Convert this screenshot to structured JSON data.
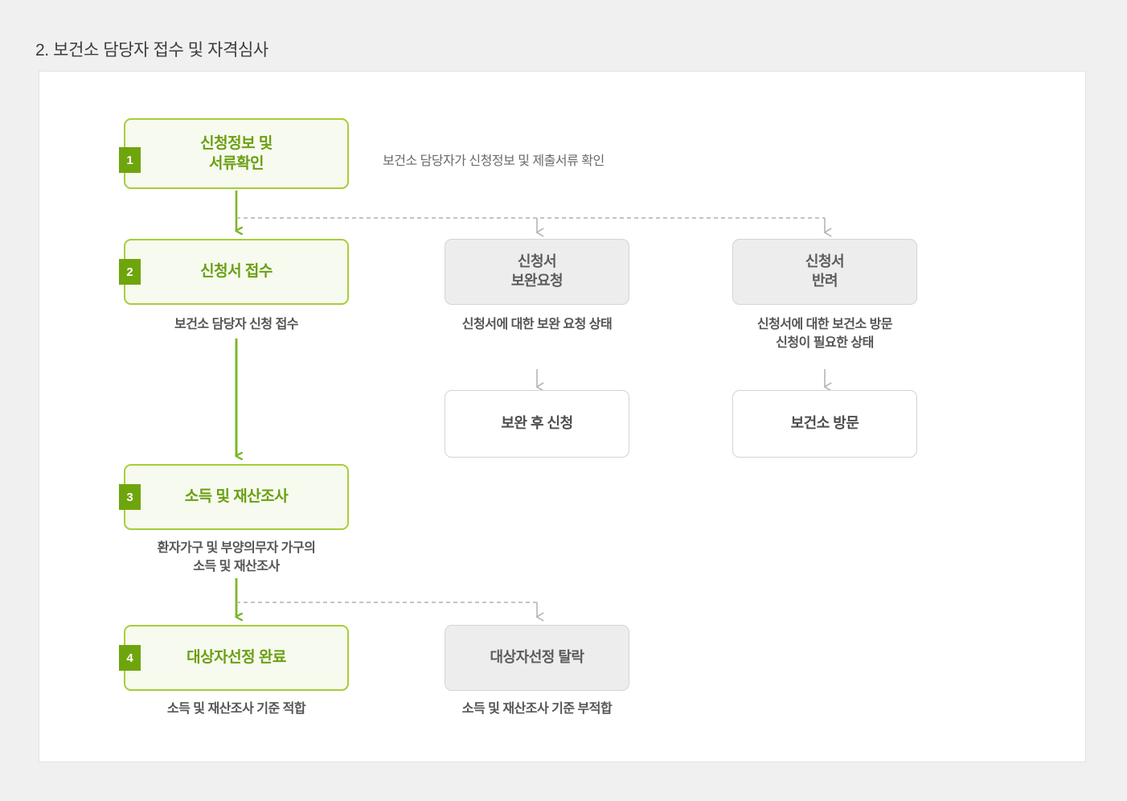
{
  "header": {
    "title": "2. 보건소 담당자 접수 및 자격심사"
  },
  "flow": {
    "steps": [
      {
        "number": "1",
        "title": "신청정보 및\n서류확인",
        "note": "보건소 담당자가 신청정보 및 제출서류 확인"
      },
      {
        "number": "2",
        "title": "신청서 접수",
        "caption": "보건소 담당자 신청 접수"
      },
      {
        "number": "3",
        "title": "소득 및 재산조사",
        "caption": "환자가구 및 부양의무자 가구의\n소득 및 재산조사"
      },
      {
        "number": "4",
        "title": "대상자선정 완료",
        "caption": "소득 및 재산조사 기준 적합"
      }
    ],
    "branches": [
      {
        "title": "신청서\n보완요청",
        "caption": "신청서에 대한 보완 요청 상태",
        "next_title": "보완 후 신청"
      },
      {
        "title": "신청서\n반려",
        "caption": "신청서에 대한 보건소 방문\n신청이 필요한 상태",
        "next_title": "보건소 방문"
      },
      {
        "title": "대상자선정 탈락",
        "caption": "소득 및 재산조사 기준 부적합"
      }
    ]
  },
  "colors": {
    "accent_green": "#6fa50c",
    "border_green": "#a6ce39",
    "fill_green": "#f7faee",
    "arrow_green": "#7ab829",
    "gray_fill": "#ededed",
    "gray_border": "#d4d4d4",
    "arrow_gray": "#b5b5b5",
    "page_bg": "#f0f0f0"
  }
}
